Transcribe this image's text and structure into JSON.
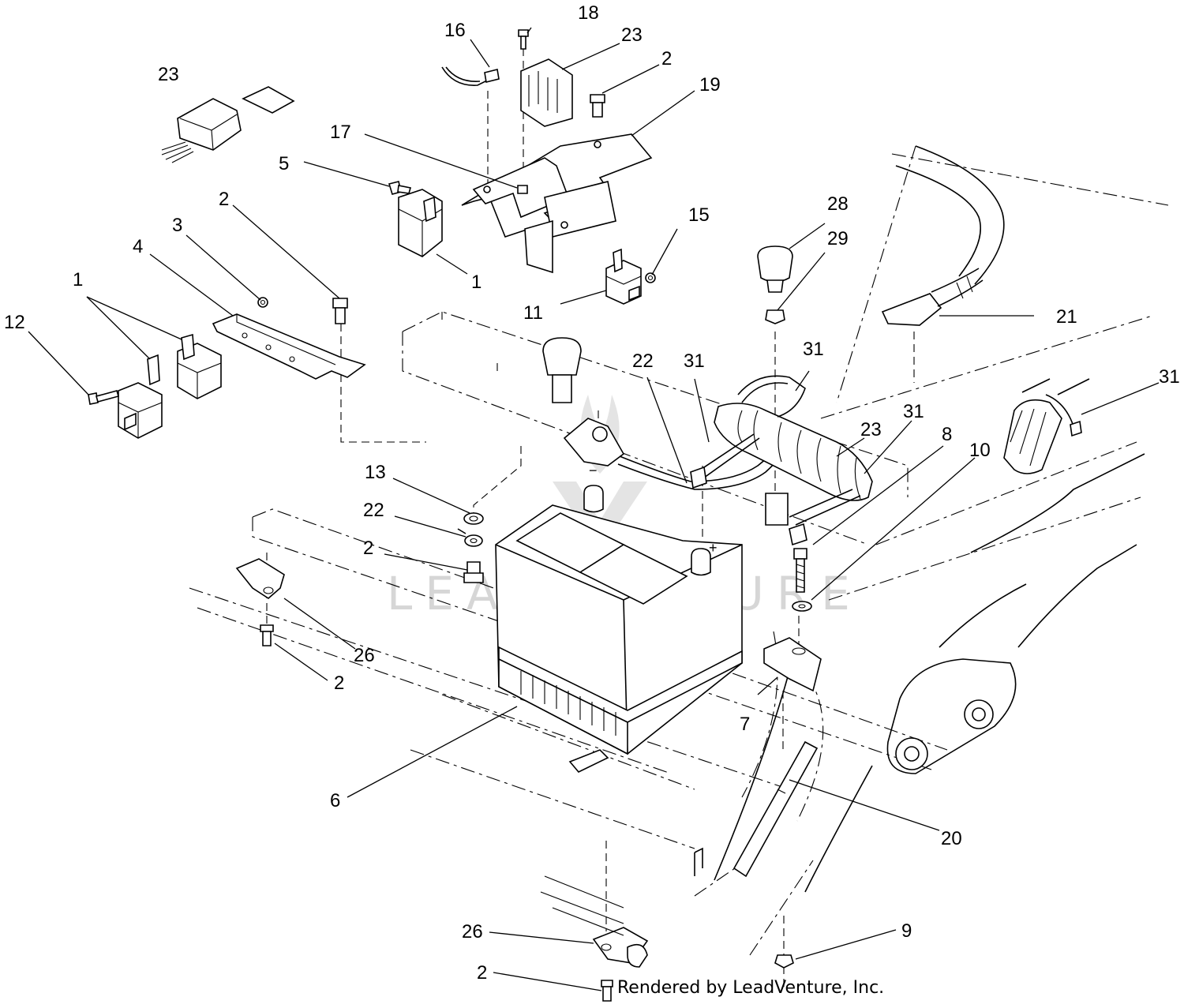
{
  "diagram": {
    "credit": "Rendered by LeadVenture, Inc.",
    "watermark": "LEADVENTURE",
    "callouts": [
      {
        "id": "c18",
        "label": "18"
      },
      {
        "id": "c23a",
        "label": "23"
      },
      {
        "id": "c16",
        "label": "16"
      },
      {
        "id": "c2a",
        "label": "2"
      },
      {
        "id": "c23b",
        "label": "23"
      },
      {
        "id": "c19",
        "label": "19"
      },
      {
        "id": "c17",
        "label": "17"
      },
      {
        "id": "c5",
        "label": "5"
      },
      {
        "id": "c2b",
        "label": "2"
      },
      {
        "id": "c3",
        "label": "3"
      },
      {
        "id": "c4",
        "label": "4"
      },
      {
        "id": "c1a",
        "label": "1"
      },
      {
        "id": "c1b",
        "label": "1"
      },
      {
        "id": "c12",
        "label": "12"
      },
      {
        "id": "c15",
        "label": "15"
      },
      {
        "id": "c28",
        "label": "28"
      },
      {
        "id": "c29",
        "label": "29"
      },
      {
        "id": "c11",
        "label": "11"
      },
      {
        "id": "c21",
        "label": "21"
      },
      {
        "id": "c31a",
        "label": "31"
      },
      {
        "id": "c22a",
        "label": "22"
      },
      {
        "id": "c31b",
        "label": "31"
      },
      {
        "id": "c31c",
        "label": "31"
      },
      {
        "id": "c31d",
        "label": "31"
      },
      {
        "id": "c23c",
        "label": "23"
      },
      {
        "id": "c8",
        "label": "8"
      },
      {
        "id": "c10",
        "label": "10"
      },
      {
        "id": "c13",
        "label": "13"
      },
      {
        "id": "c22b",
        "label": "22"
      },
      {
        "id": "c2c",
        "label": "2"
      },
      {
        "id": "c26a",
        "label": "26"
      },
      {
        "id": "c2d",
        "label": "2"
      },
      {
        "id": "c7",
        "label": "7"
      },
      {
        "id": "c6",
        "label": "6"
      },
      {
        "id": "c20",
        "label": "20"
      },
      {
        "id": "c26b",
        "label": "26"
      },
      {
        "id": "c9",
        "label": "9"
      },
      {
        "id": "c2e",
        "label": "2"
      }
    ]
  }
}
